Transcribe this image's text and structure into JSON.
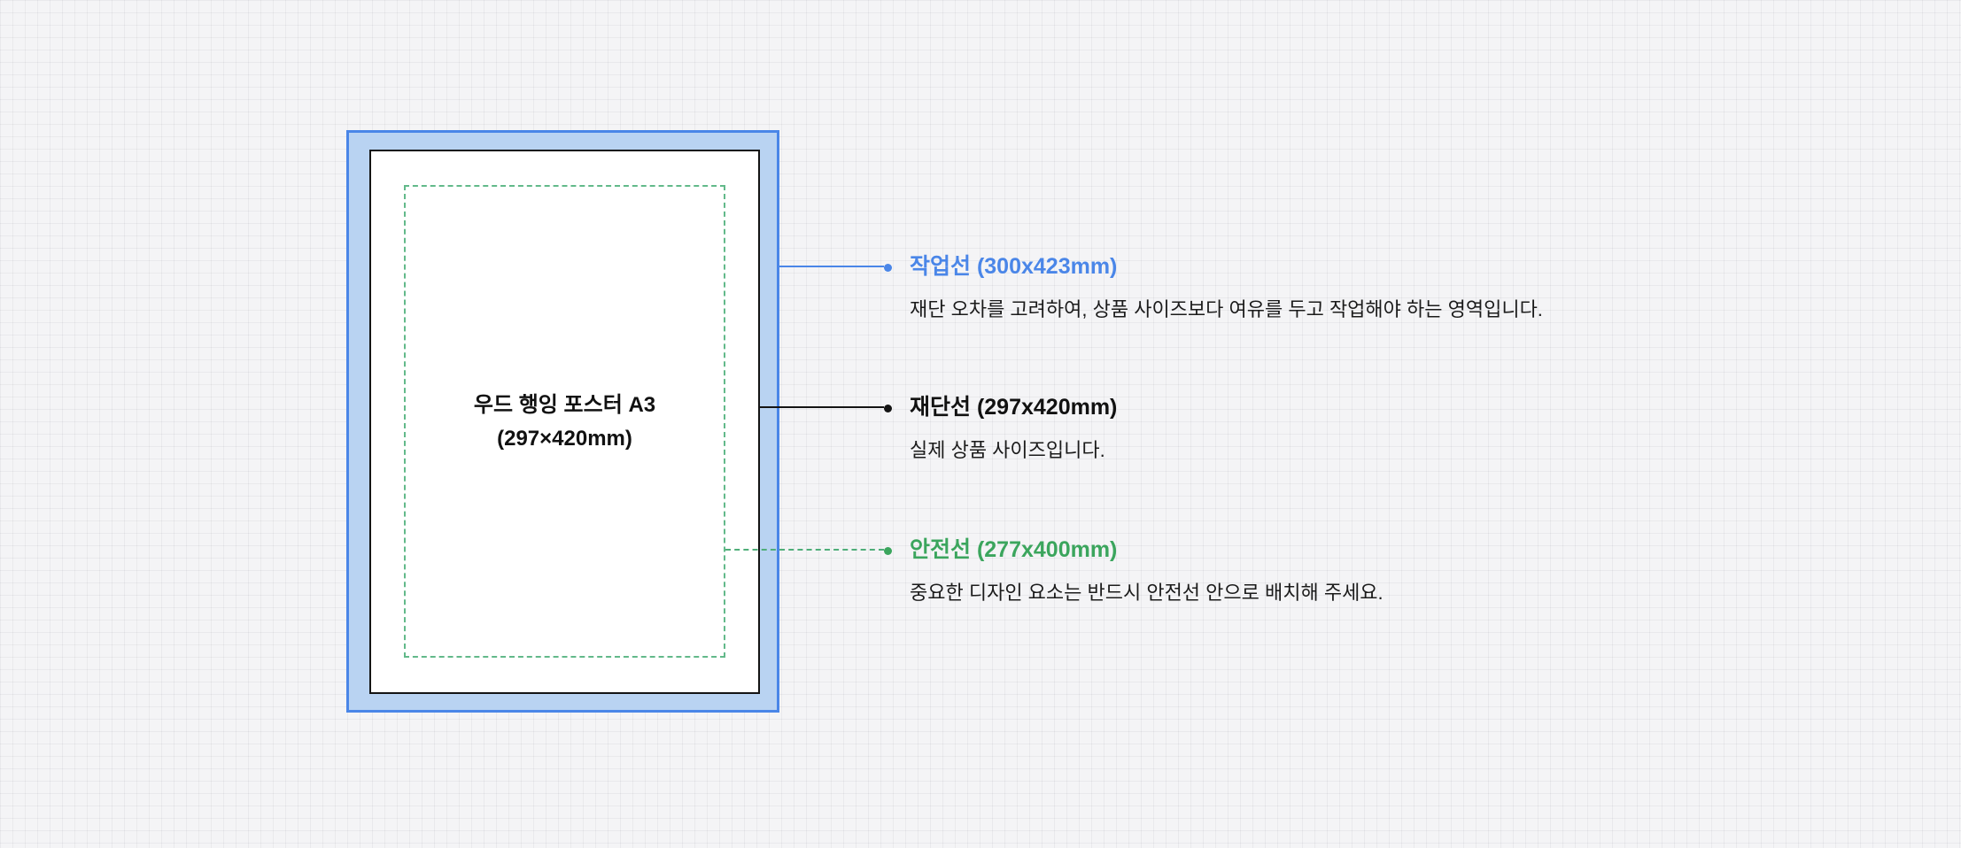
{
  "diagram": {
    "poster_label_line1": "우드 행잉 포스터 A3",
    "poster_label_line2": "(297×420mm)"
  },
  "colors": {
    "work_line": "#4a86e8",
    "work_fill": "#b9d3f2",
    "cut_line": "#141414",
    "safe_line": "#3ba55d",
    "background": "#f4f4f6"
  },
  "annotations": [
    {
      "id": "work-line",
      "title": "작업선 (300x423mm)",
      "description": "재단 오차를 고려하여, 상품 사이즈보다 여유를 두고 작업해야 하는 영역입니다.",
      "color": "#4a86e8"
    },
    {
      "id": "cut-line",
      "title": "재단선 (297x420mm)",
      "description": "실제 상품 사이즈입니다.",
      "color": "#111111"
    },
    {
      "id": "safe-line",
      "title": "안전선 (277x400mm)",
      "description": "중요한 디자인 요소는 반드시 안전선 안으로 배치해 주세요.",
      "color": "#3ba55d"
    }
  ]
}
